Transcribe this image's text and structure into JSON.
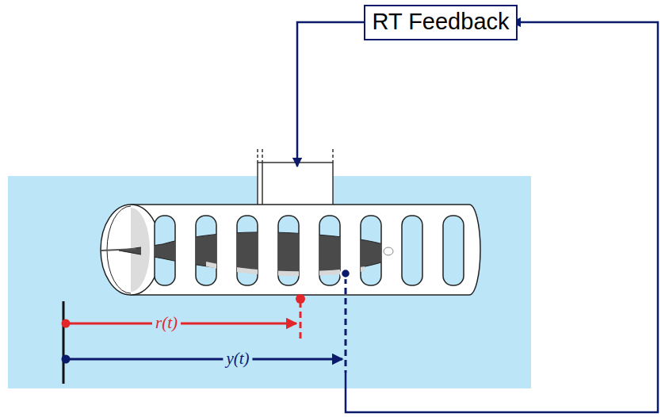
{
  "diagram": {
    "nodes": [
      {
        "text": [
          "RT Feedback"
        ]
      }
    ],
    "labels": [
      "r(t)",
      "y(t)"
    ]
  }
}
